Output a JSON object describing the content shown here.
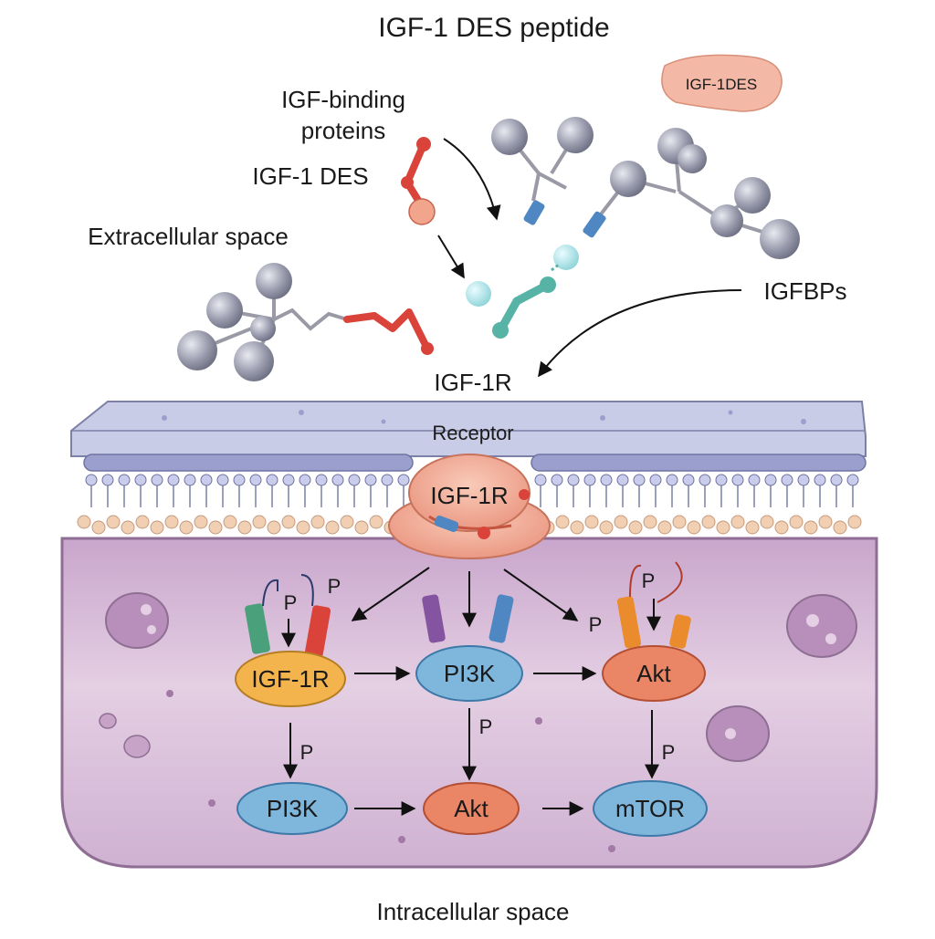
{
  "title": "IGF-1 DES peptide",
  "badge": "IGF-1DES",
  "labels": {
    "igf_binding_proteins_line1": "IGF-binding",
    "igf_binding_proteins_line2": "proteins",
    "igf1_des": "IGF-1 DES",
    "extracellular_space": "Extracellular space",
    "igfbps": "IGFBPs",
    "igf1r_top": "IGF-1R",
    "receptor": "Receptor",
    "receptor_core": "IGF-1R",
    "intracellular_space": "Intracellular space",
    "phospho": "P"
  },
  "nodes": {
    "igf1r": "IGF-1R",
    "pi3k_upper": "PI3K",
    "akt_upper": "Akt",
    "pi3k_lower": "PI3K",
    "akt_lower": "Akt",
    "mtor": "mTOR"
  },
  "colors": {
    "igf1r_node": "#f3b44e",
    "pi3k_node": "#7fb6db",
    "akt_node": "#ea8566",
    "mtor_node": "#7fb6db",
    "cytoplasm": "#d9bcd9",
    "membrane": "#c9cce6",
    "receptor": "#f0a58c",
    "igf_chain": "#d9433a",
    "igfbp_chain": "#56b3a6"
  }
}
